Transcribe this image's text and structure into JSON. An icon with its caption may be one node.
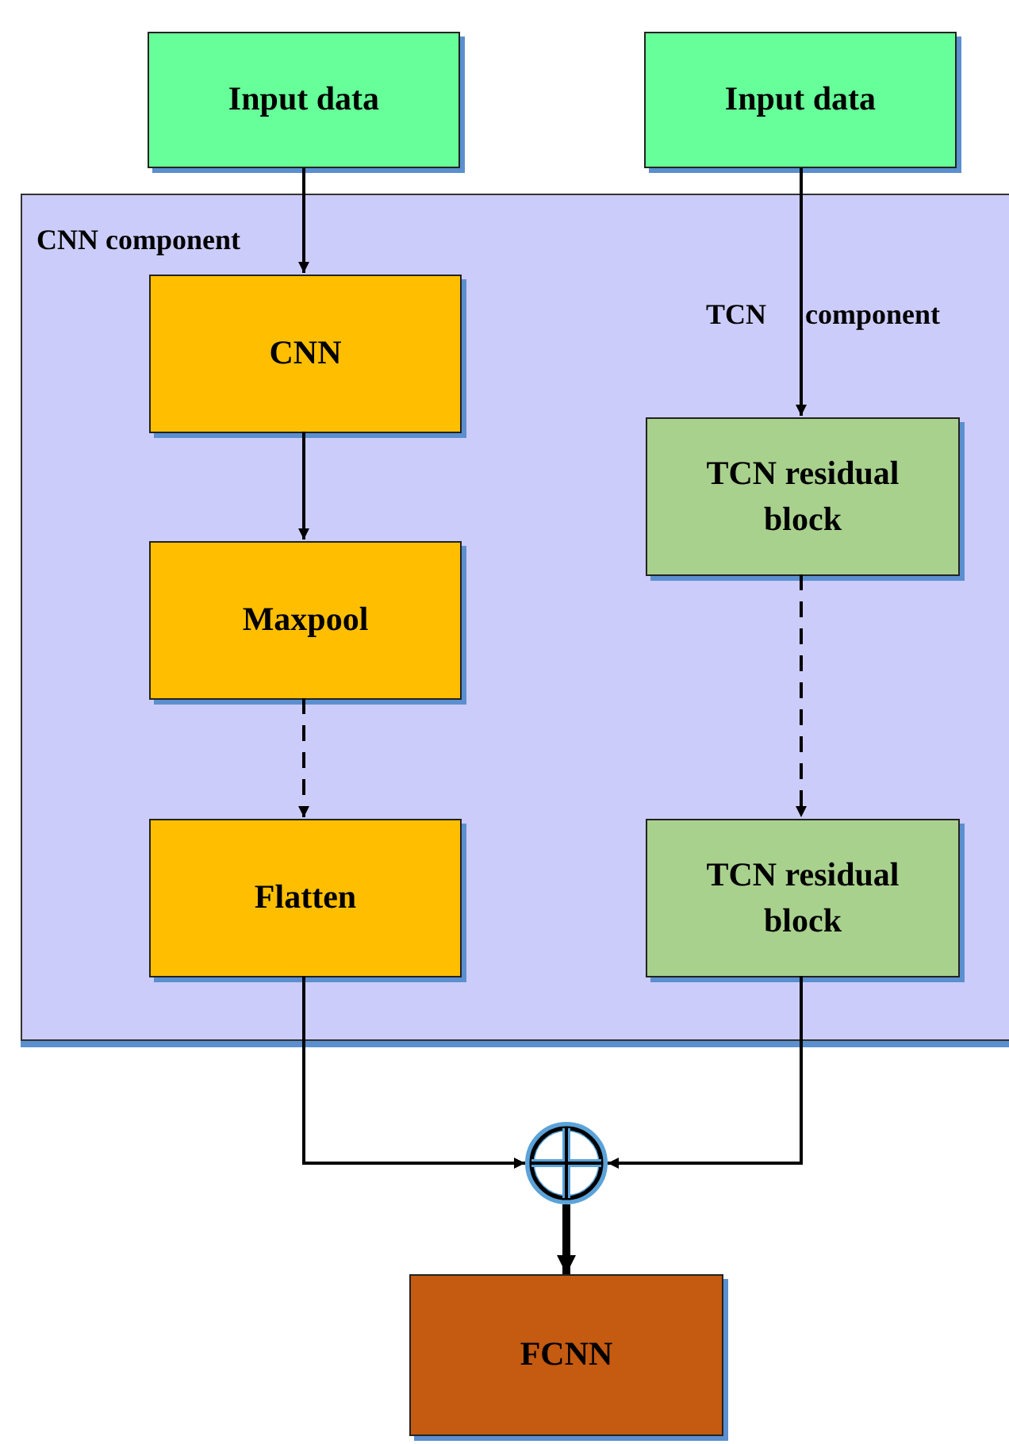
{
  "diagram": {
    "nodes": [
      {
        "text": [
          "Input data"
        ]
      },
      {
        "text": [
          "Input data"
        ]
      },
      {
        "text": [
          "CNN component"
        ]
      },
      {
        "text": [
          "CNN"
        ],
        "in": 2
      },
      {
        "text": [
          "Maxpool"
        ],
        "in": 2
      },
      {
        "text": [
          "Flatten"
        ],
        "in": 2
      },
      {
        "text": [
          "TCN residual block"
        ],
        "in": 2
      },
      {
        "text": [
          "TCN residual block"
        ],
        "in": 2
      },
      {
        "text": [],
        "shape": "circle"
      },
      {
        "text": [
          "FCNN"
        ]
      }
    ],
    "edges": [
      {
        "from": 0,
        "to": 3,
        "arrow": "to"
      },
      {
        "from": 1,
        "to": 6,
        "arrow": "to"
      },
      {
        "from": 3,
        "to": 4,
        "arrow": "to"
      },
      {
        "from": 4,
        "to": 5,
        "arrow": "to",
        "style": "dashed"
      },
      {
        "from": 6,
        "to": 7,
        "arrow": "to",
        "style": "dashed"
      },
      {
        "from": 5,
        "to": 8,
        "arrow": "to"
      },
      {
        "from": 7,
        "to": 8,
        "arrow": "to"
      },
      {
        "from": 8,
        "to": 9,
        "arrow": "to",
        "style": "thick"
      }
    ],
    "labels": [
      "TCN component"
    ]
  }
}
